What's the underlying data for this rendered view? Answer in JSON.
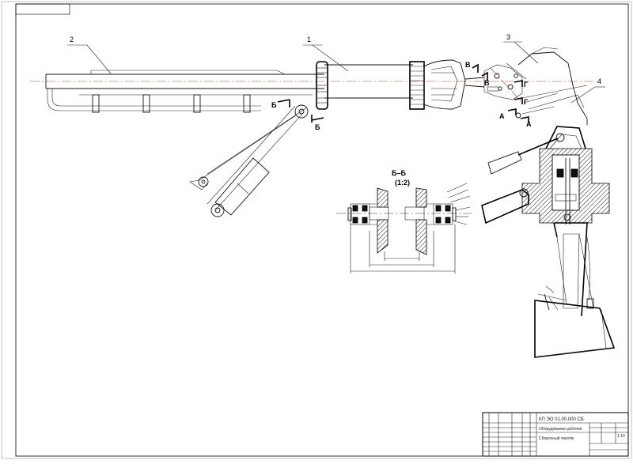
{
  "drawing": {
    "callouts": [
      "1",
      "2",
      "3",
      "4"
    ],
    "sections": {
      "A": "А",
      "B": "Б",
      "V": "В",
      "G": "Г"
    },
    "section_view": {
      "title": "Б–Б",
      "scale": "(1:2)"
    }
  },
  "title_block": {
    "doc_code": "КП ЭО 01.00.000 СБ",
    "name_line1": "Оборудование рабочее",
    "name_line2": "Сборочный чертёж",
    "scale": "1:10"
  }
}
